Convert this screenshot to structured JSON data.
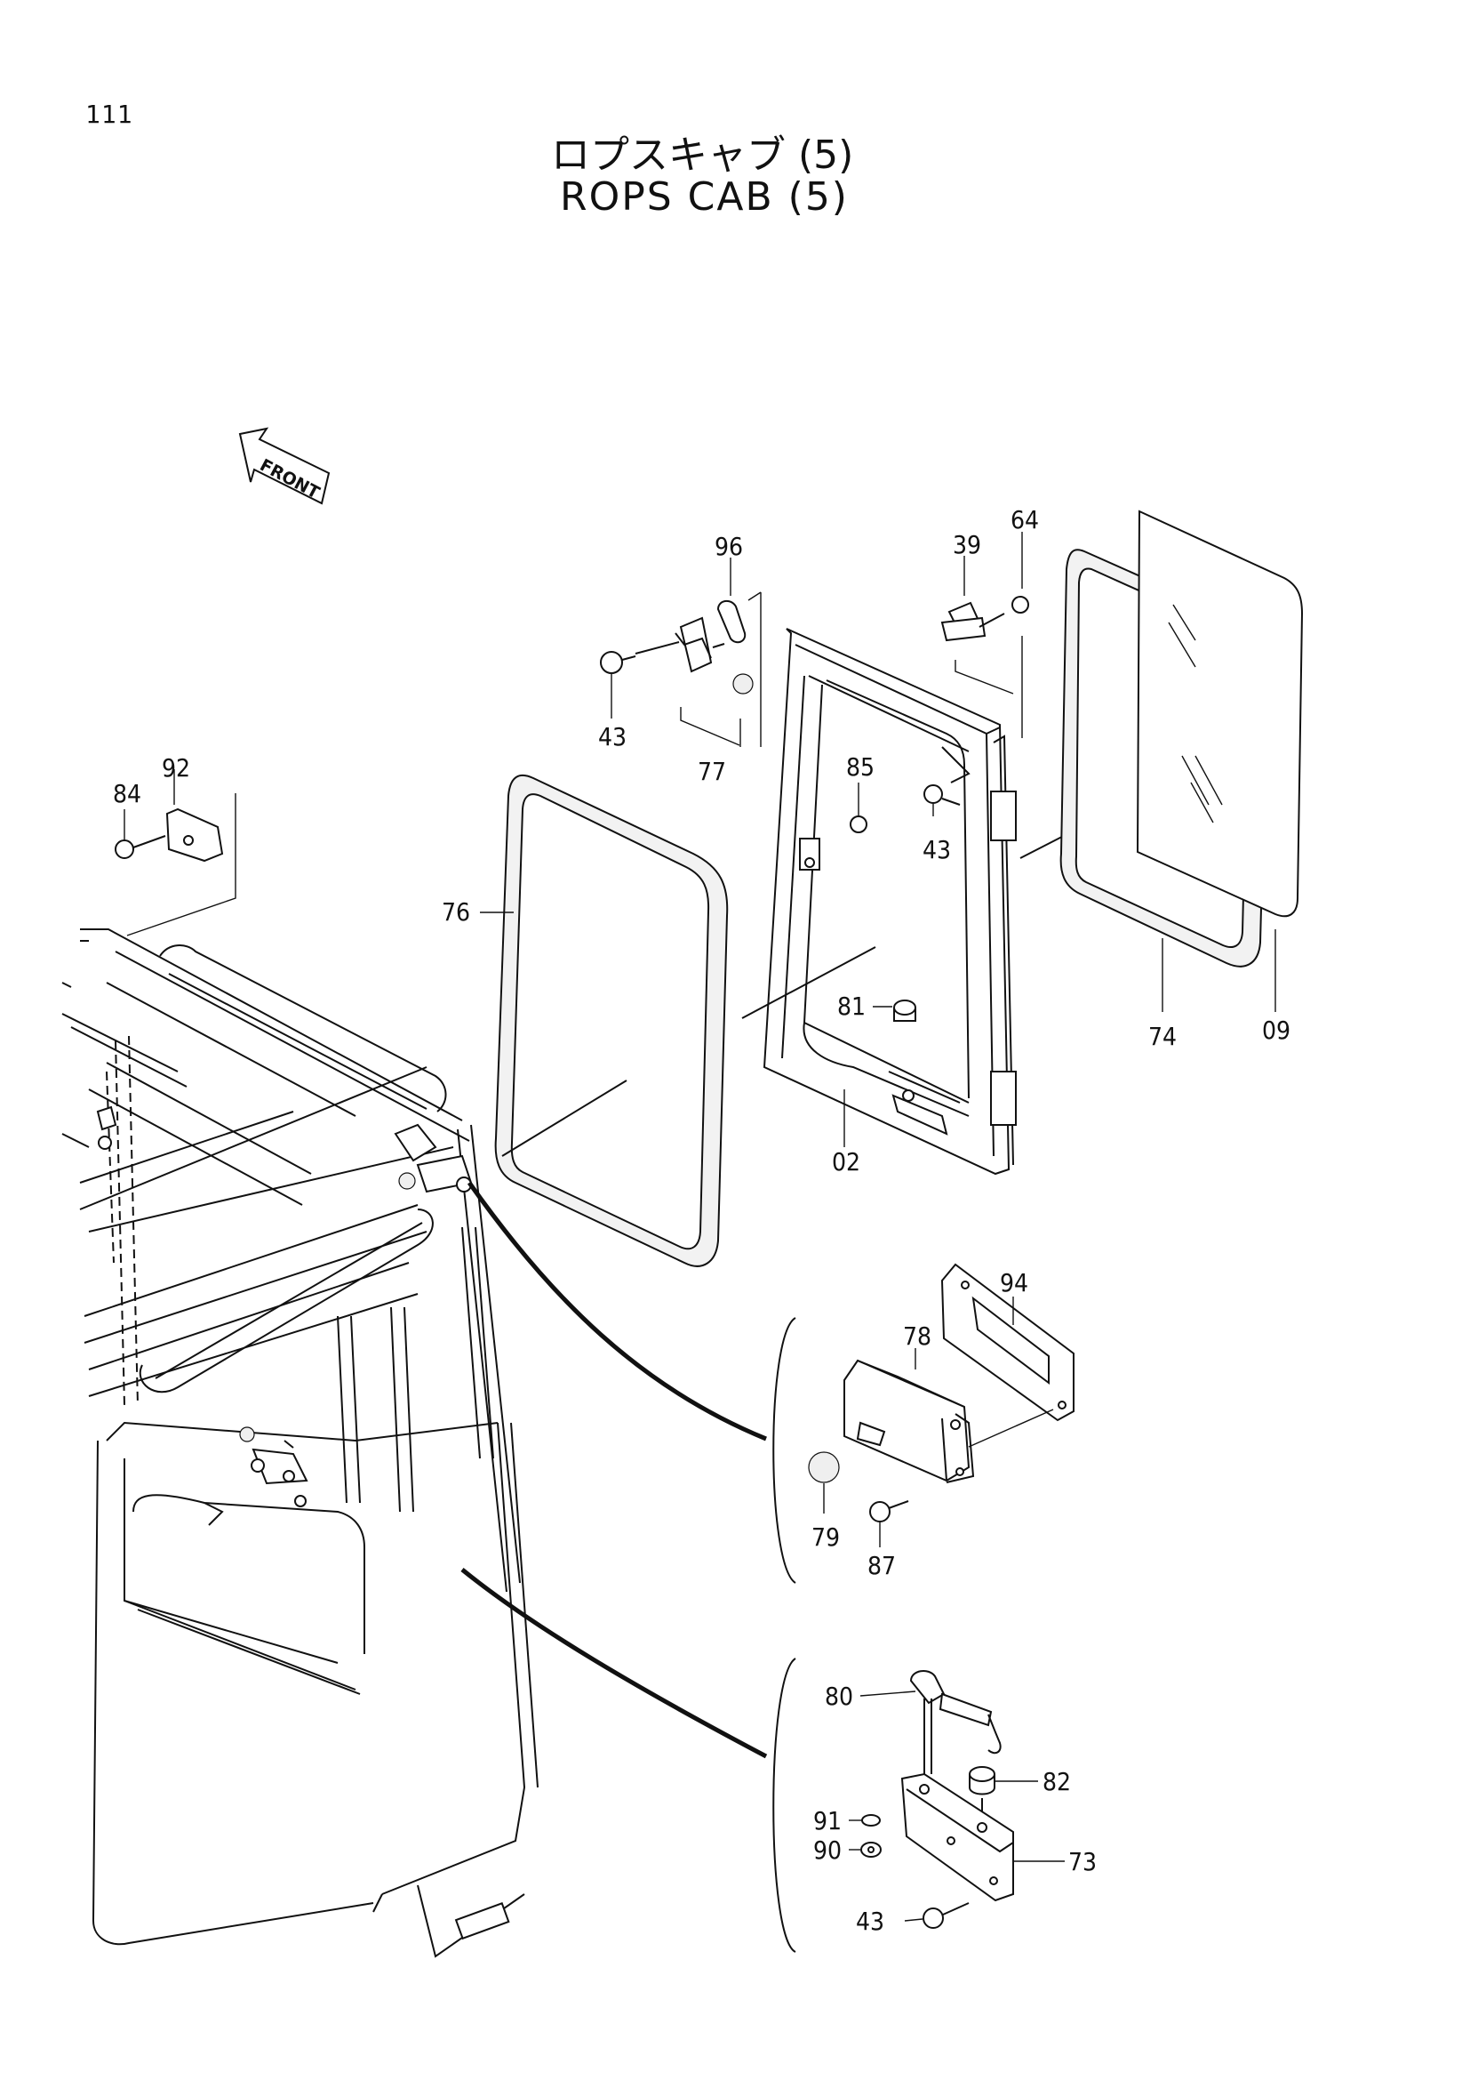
{
  "page": {
    "number": "111"
  },
  "title": {
    "japanese": "ロプスキャブ (5)",
    "english": "ROPS CAB (5)"
  },
  "front_marker": {
    "label": "FRONT",
    "icon": "front-arrow-icon"
  },
  "callouts": [
    {
      "id": "lbl-96",
      "text": "96"
    },
    {
      "id": "lbl-39",
      "text": "39"
    },
    {
      "id": "lbl-64",
      "text": "64"
    },
    {
      "id": "lbl-43a",
      "text": "43"
    },
    {
      "id": "lbl-77",
      "text": "77"
    },
    {
      "id": "lbl-85",
      "text": "85"
    },
    {
      "id": "lbl-43b",
      "text": "43"
    },
    {
      "id": "lbl-92",
      "text": "92"
    },
    {
      "id": "lbl-84",
      "text": "84"
    },
    {
      "id": "lbl-76",
      "text": "76"
    },
    {
      "id": "lbl-81",
      "text": "81"
    },
    {
      "id": "lbl-74",
      "text": "74"
    },
    {
      "id": "lbl-09",
      "text": "09"
    },
    {
      "id": "lbl-02",
      "text": "02"
    },
    {
      "id": "lbl-94",
      "text": "94"
    },
    {
      "id": "lbl-78",
      "text": "78"
    },
    {
      "id": "lbl-79",
      "text": "79"
    },
    {
      "id": "lbl-87",
      "text": "87"
    },
    {
      "id": "lbl-80",
      "text": "80"
    },
    {
      "id": "lbl-82",
      "text": "82"
    },
    {
      "id": "lbl-91",
      "text": "91"
    },
    {
      "id": "lbl-90",
      "text": "90"
    },
    {
      "id": "lbl-73",
      "text": "73"
    },
    {
      "id": "lbl-43c",
      "text": "43"
    }
  ]
}
